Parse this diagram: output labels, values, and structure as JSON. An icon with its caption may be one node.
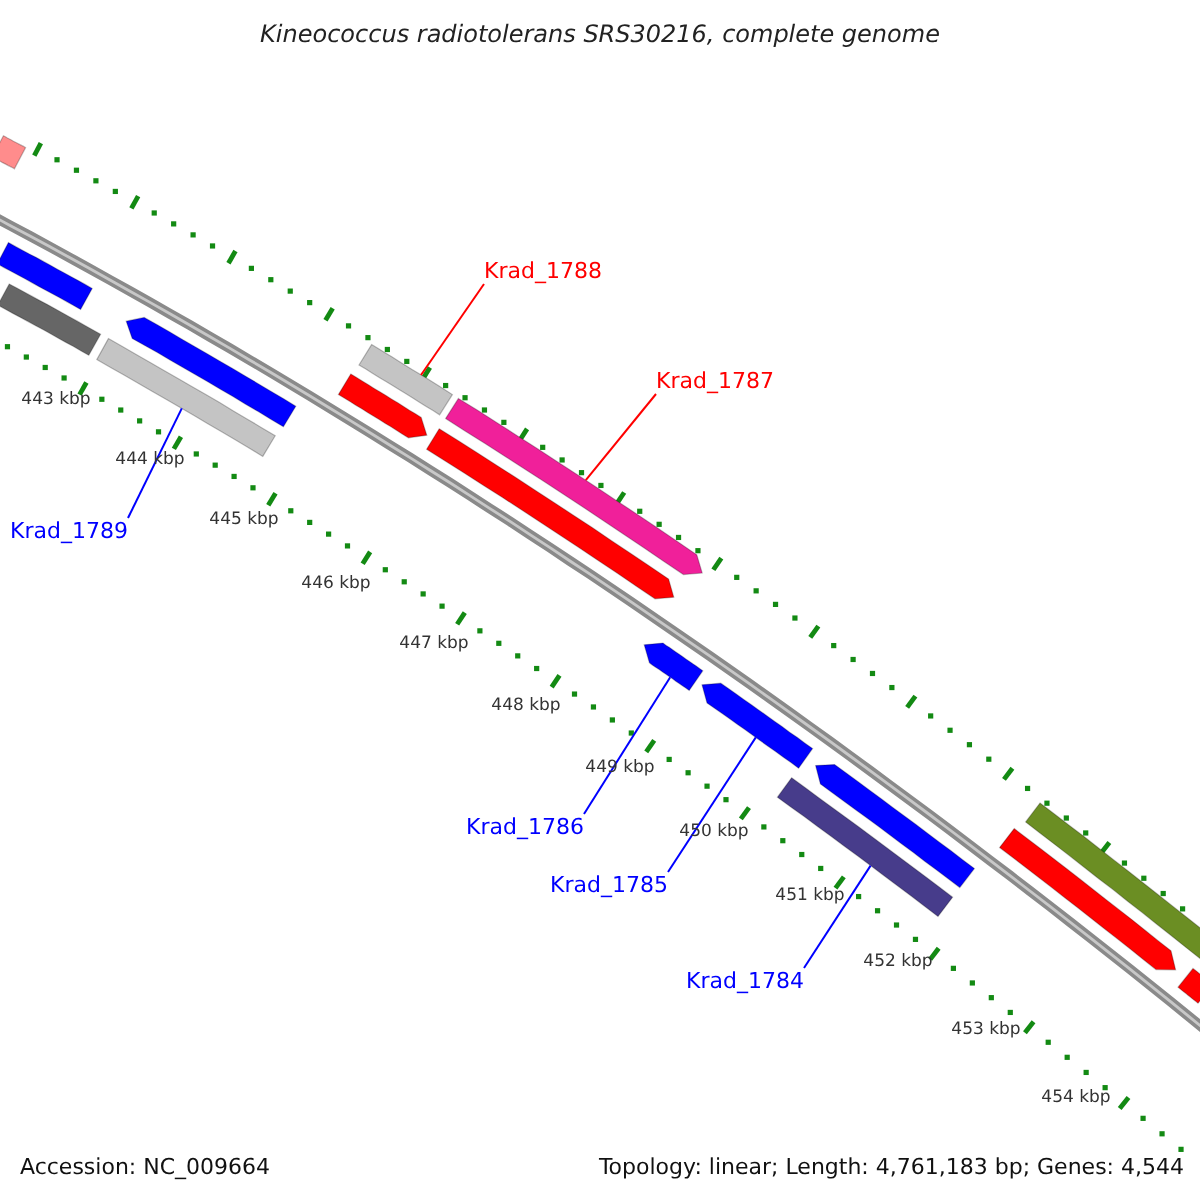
{
  "diagram": {
    "title": "Kineococcus radiotolerans SRS30216, complete genome",
    "nodes": [
      {
        "text": [
          "Krad_1788"
        ]
      },
      {
        "text": [],
        "shape": "bar"
      },
      {
        "text": [
          "Krad_1787"
        ]
      },
      {
        "text": [],
        "shape": "bar"
      },
      {
        "text": [
          "Krad_1789"
        ]
      },
      {
        "text": [],
        "shape": "bar"
      },
      {
        "text": [
          "Krad_1786"
        ]
      },
      {
        "text": [],
        "shape": "bar"
      },
      {
        "text": [
          "Krad_1785"
        ]
      },
      {
        "text": [],
        "shape": "bar"
      },
      {
        "text": [
          "Krad_1784"
        ]
      },
      {
        "text": [],
        "shape": "bar"
      },
      {
        "text": [],
        "shape": "bar"
      },
      {
        "text": [],
        "shape": "bar"
      },
      {
        "text": [],
        "shape": "bar"
      },
      {
        "text": [],
        "shape": "bar"
      },
      {
        "text": [],
        "shape": "bar"
      },
      {
        "text": [],
        "shape": "bar"
      },
      {
        "text": [],
        "shape": "bar"
      },
      {
        "text": [],
        "shape": "bar"
      },
      {
        "text": [],
        "shape": "bar"
      },
      {
        "text": [],
        "shape": "bar"
      }
    ],
    "edges": [
      {
        "from": 0,
        "to": 1,
        "arrow": "none",
        "color": "#ff0000"
      },
      {
        "from": 2,
        "to": 3,
        "arrow": "none",
        "color": "#ff0000"
      },
      {
        "from": 4,
        "to": 5,
        "arrow": "none"
      },
      {
        "from": 6,
        "to": 7,
        "arrow": "none"
      },
      {
        "from": 8,
        "to": 9,
        "arrow": "none"
      },
      {
        "from": 10,
        "to": 11,
        "arrow": "none"
      }
    ],
    "labels": [
      "443 kbp",
      "444 kbp",
      "445 kbp",
      "446 kbp",
      "447 kbp",
      "448 kbp",
      "449 kbp",
      "450 kbp",
      "451 kbp",
      "452 kbp",
      "453 kbp",
      "454 kbp",
      "Accession: NC_009664",
      "Topology: linear; Length: 4,761,183 bp; Genes: 4,544"
    ]
  }
}
